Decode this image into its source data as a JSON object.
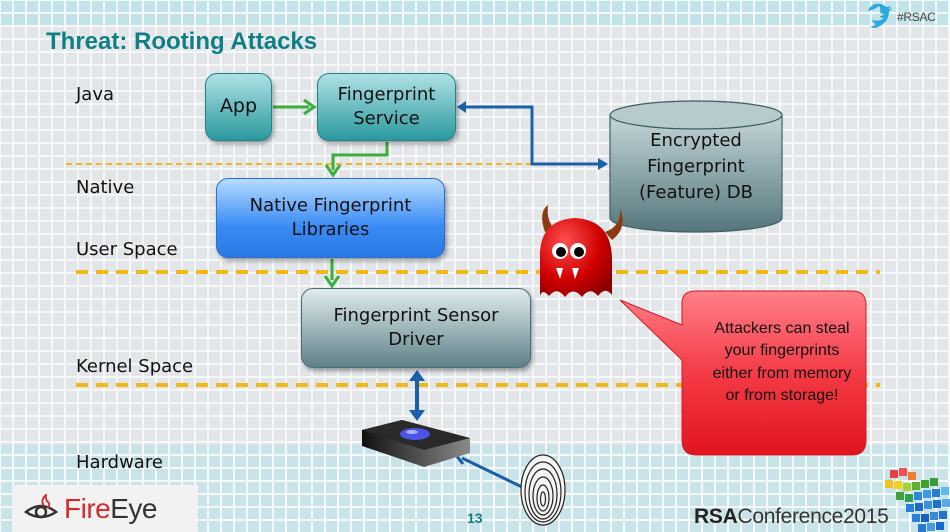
{
  "slide": {
    "title": "Threat: Rooting Attacks",
    "hashtag": "#RSAC",
    "page_number": "13"
  },
  "layers": [
    "Java",
    "Native",
    "User Space",
    "Kernel Space",
    "Hardware"
  ],
  "components": {
    "app": "App",
    "fingerprint_service": [
      "Fingerprint",
      "Service"
    ],
    "native_libraries": [
      "Native Fingerprint",
      "Libraries"
    ],
    "sensor_driver": [
      "Fingerprint Sensor",
      "Driver"
    ],
    "database": [
      "Encrypted",
      "Fingerprint",
      "(Feature) DB"
    ]
  },
  "callout": [
    "Attackers can steal",
    "your fingerprints",
    "either from memory",
    "or from storage!"
  ],
  "logos": {
    "fireeye_part1": "Fire",
    "fireeye_part2": "Eye",
    "rsa_bold": "RSA",
    "rsa_rest": "Conference2015"
  },
  "colors": {
    "title": "#0f7f86",
    "divider": "#f2b818",
    "flow_green": "#3cae3c",
    "flow_blue": "#1a5fa8",
    "callout_red": "#ef2a35"
  }
}
